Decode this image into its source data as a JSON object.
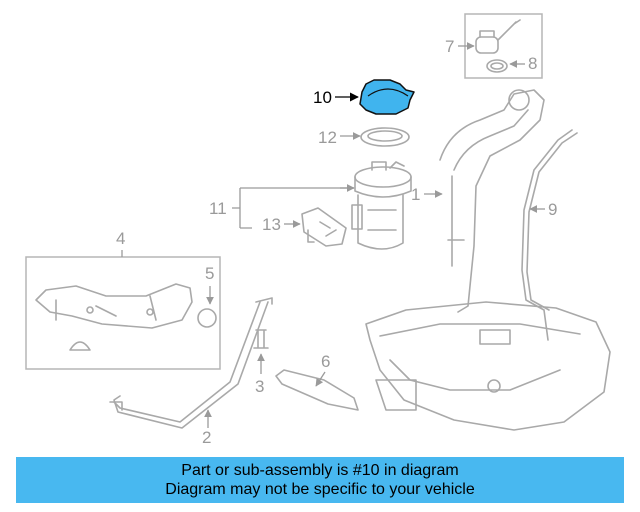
{
  "labels": {
    "l1": "1",
    "l2": "2",
    "l3": "3",
    "l4": "4",
    "l5": "5",
    "l6": "6",
    "l7": "7",
    "l8": "8",
    "l9": "9",
    "l10": "10",
    "l11": "11",
    "l12": "12",
    "l13": "13"
  },
  "highlighted_part": "10",
  "colors": {
    "highlight": "#40b4ee",
    "banner": "#48b8f0",
    "line": "#a9a9a9"
  },
  "banner": {
    "line1": "Part or sub-assembly is #10 in diagram",
    "line2": "Diagram may not be specific to your vehicle"
  }
}
